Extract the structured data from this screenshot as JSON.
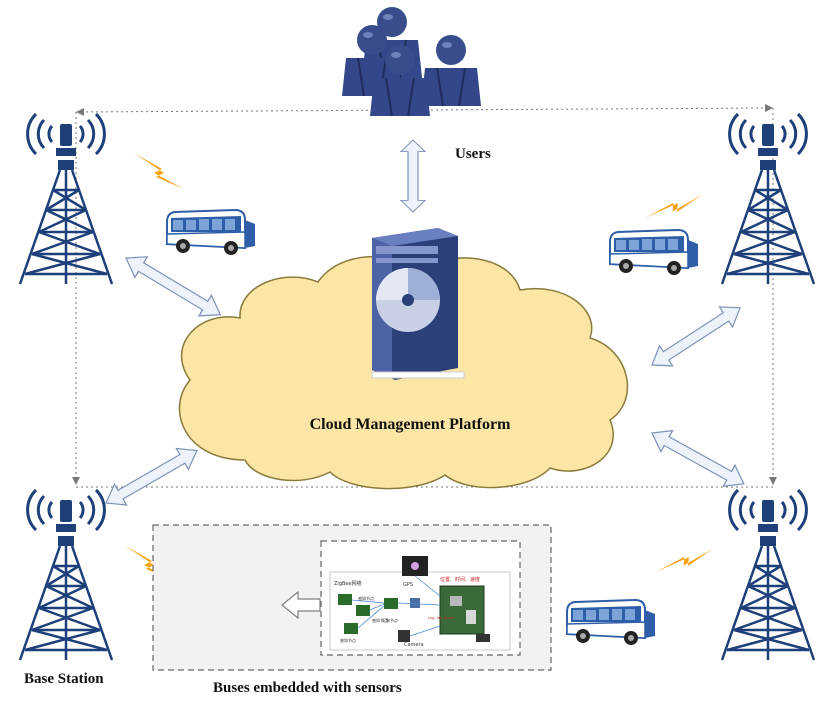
{
  "labels": {
    "users": "Users",
    "cloud": "Cloud Management Platform",
    "base_station": "Base Station",
    "buses_sensors": "Buses embedded with sensors"
  },
  "sensor_board": {
    "zigbee": "ZigBee网络",
    "node1": "感知节点",
    "node2": "感知节点",
    "node3": "感知节点",
    "sink": "汇聚节点",
    "gps": "GPS",
    "camera": "Camera",
    "readings": "位置、时间、速度",
    "coord_text": "Lng, lat, speed"
  },
  "colors": {
    "cloud_fill": "#fbe6a6",
    "cloud_stroke": "#8a7a3c",
    "tower": "#1d3f7a",
    "arrow_fill": "#eef3fb",
    "arrow_stroke": "#7f93b8",
    "lightning": "#f5a318",
    "server": "#39508f",
    "bus": "#2f5ea8"
  },
  "icons": [
    "users-icon",
    "server-icon",
    "tower-icon",
    "bus-icon",
    "lightning-icon",
    "sensor-board-icon"
  ]
}
